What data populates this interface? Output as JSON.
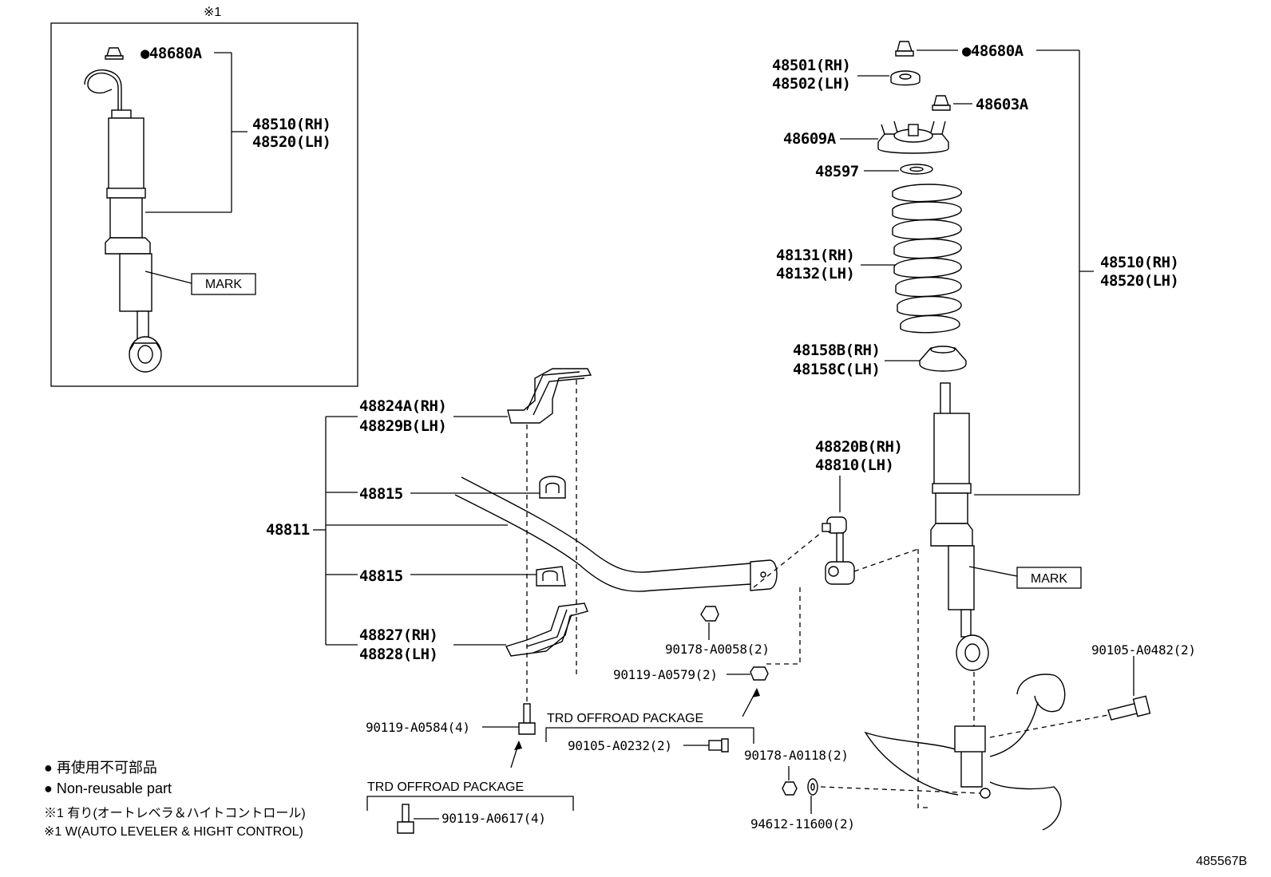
{
  "diagram_id": "485567B",
  "inset": {
    "marker": "※1",
    "nut": "●48680A",
    "shock_rh": "48510(RH)",
    "shock_lh": "48520(LH)",
    "mark": "MARK"
  },
  "right": {
    "nut": "●48680A",
    "cushion_rh": "48501(RH)",
    "cushion_lh": "48502(LH)",
    "nut2": "48603A",
    "support": "48609A",
    "bearing": "48597",
    "spring_rh": "48131(RH)",
    "spring_lh": "48132(LH)",
    "seat_rh": "48158B(RH)",
    "seat_lh": "48158C(LH)",
    "absorber_rh": "48510(RH)",
    "absorber_lh": "48520(LH)",
    "mark": "MARK",
    "bolt": "90105-A0482(2)",
    "washer": "94612-11600(2)",
    "nut3": "90178-A0118(2)"
  },
  "stabilizer": {
    "group": "48811",
    "bracket_upper_rh": "48824A(RH)",
    "bracket_upper_lh": "48829B(LH)",
    "bushing_1": "48815",
    "bushing_2": "48815",
    "bracket_lower_rh": "48827(RH)",
    "bracket_lower_lh": "48828(LH)",
    "link_rh": "48820B(RH)",
    "link_lh": "48810(LH)",
    "link_nut": "90178-A0058(2)",
    "link_bolt": "90119-A0579(2)",
    "bracket_bolt": "90119-A0584(4)",
    "trd_1": "TRD OFFROAD PACKAGE",
    "trd_bolt_1": "90105-A0232(2)",
    "trd_2": "TRD OFFROAD PACKAGE",
    "trd_bolt_2": "90119-A0617(4)"
  },
  "legend": {
    "jp_nonreusable": "● 再使用不可部品",
    "en_nonreusable": "● Non-reusable part",
    "jp_note": "※1 有り(オートレベラ＆ハイトコントロール)",
    "en_note": "※1 W(AUTO LEVELER & HIGHT CONTROL)"
  }
}
